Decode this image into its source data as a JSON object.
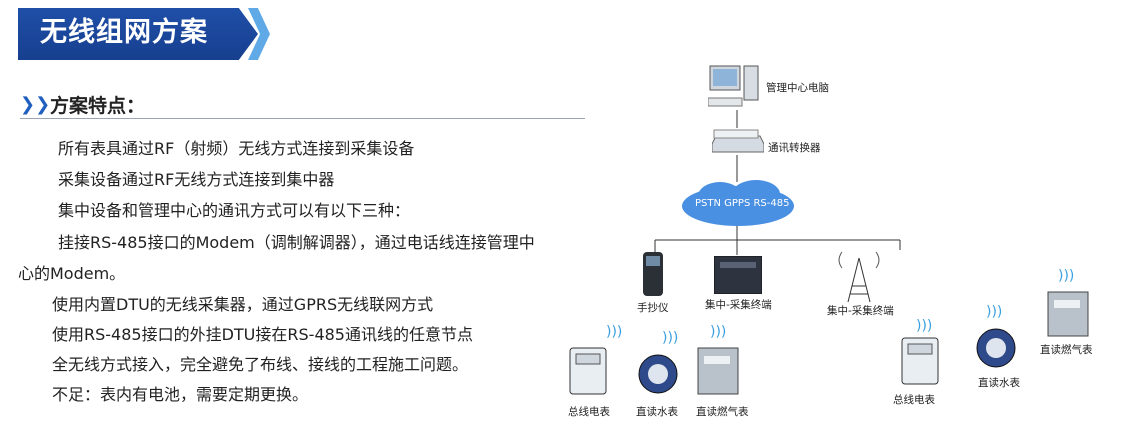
{
  "title": "无线组网方案",
  "section": {
    "heading": "方案特点："
  },
  "features": {
    "l1": "所有表具通过RF（射频）无线方式连接到采集设备",
    "l2": "采集设备通过RF无线方式连接到集中器",
    "l3": "集中设备和管理中心的通讯方式可以有以下三种：",
    "l4": "挂接RS-485接口的Modem（调制解调器），通过电话线连接管理中",
    "l5": "心的Modem。",
    "l6": "使用内置DTU的无线采集器，通过GPRS无线联网方式",
    "l7": "使用RS-485接口的外挂DTU接在RS-485通讯线的任意节点",
    "l8": "全无线方式接入，完全避免了布线、接线的工程施工问题。",
    "l9": "不足：表内有电池，需要定期更换。"
  },
  "diagram": {
    "computer": "管理中心电脑",
    "converter": "通讯转换器",
    "network": "PSTN GPPS RS-485",
    "handheld": "手抄仪",
    "concentrator_box": "集中-采集终端",
    "concentrator_tower": "集中-采集终端",
    "meter_elec_1": "总线电表",
    "meter_water_1": "直读水表",
    "meter_gas_1": "直读燃气表",
    "meter_elec_2": "总线电表",
    "meter_water_2": "直读水表",
    "meter_gas_2": "直读燃气表"
  },
  "colors": {
    "banner": "#1f4fa8",
    "accent": "#5fa9e6",
    "cloud": "#4a90e2"
  }
}
